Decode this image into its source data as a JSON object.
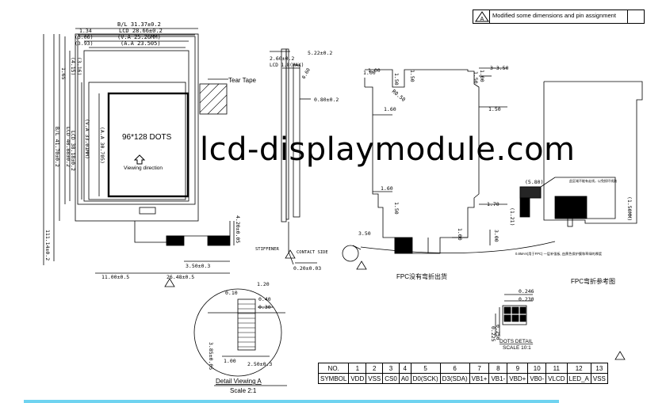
{
  "watermark": "lcd-displaymodule.com",
  "revision": {
    "symbol": "A",
    "note": "Modified some dimensions and pin assignment"
  },
  "front_view": {
    "dim_bl": "B/L 31.37±0.2",
    "dim_lcd": "LCD 28.66±0.2",
    "dim_va": "(V.A 25.26MM)",
    "dim_aa": "(A.A 23.505)",
    "dim_134": "1.34",
    "dim_3_06": "(3.06)",
    "dim_3_93": "(3.93)",
    "dim_4_15": "(4.15)",
    "dim_3_16": "(3.16)",
    "dim_1_65": "1.65",
    "dim_va_h": "(V.A 33.01MM)",
    "dim_aa_h": "(A.A 30.705)",
    "dim_lcd_h": "LCD 38.18±0.2",
    "dim_bl_h": "B/L 41.70±0.2",
    "dim_lcd2": "LCD 40.88±0.2",
    "display_text": "96*128 DOTS",
    "viewing_direction": "Viewing direction",
    "tear_tape": "Tear Tape",
    "dim_total_h": "111.14±0.2",
    "dim_fpc_h": "4.20±0.05",
    "dim_350": "3.50±0.3",
    "dim_11": "11.00±0.5",
    "dim_2648": "26.48±0.5"
  },
  "side_view": {
    "dim_260": "2.60±0.2",
    "dim_522": "5.22±0.2",
    "lcd_max": "LCD 1.8(MAX)",
    "dim_080": "0.80±0.2",
    "dim_060": "0.60",
    "stiffener": "STIFFENER",
    "contact_side": "CONTACT SIDE",
    "dim_020": "0.20±0.03"
  },
  "fpc_view": {
    "dim_100": "1.00",
    "dim_160": "1.60",
    "dim_150": "1.50",
    "dim_350_r": "3~3.50",
    "dim_150b": "1.50",
    "dim_170": "1.70",
    "dim_300": "3.00",
    "dim_350b": "3.50",
    "dim_r050": "R0.50",
    "caption": "FPC没有弯折出货"
  },
  "fpc_bend": {
    "dim_580": "(5.80)",
    "dim_121": "(1.21)",
    "dim_150": "(1.50MM)",
    "note_top": "此区域不能有走线，以免损坏线路",
    "note_bottom": "0.8MAX(用于FPC) 一层补强板, 由黄色保护膜和草绿的厚度",
    "caption": "FPC弯折参考图"
  },
  "detail_a": {
    "title": "Detail Viewing A",
    "scale": "Scale 2:1",
    "dim_120": "1.20",
    "dim_010": "0.10",
    "dim_040": "0.40",
    "dim_030": "0.30",
    "dim_100": "1.00",
    "dim_250": "2.50±0.3",
    "dim_385": "3.85±0.05"
  },
  "dots_detail": {
    "dim_246": "0.246",
    "dim_230": "0.230",
    "dim_225": "0.225",
    "dim_250": "0.250",
    "title": "DOTS DETAIL",
    "scale": "SCALE 10:1"
  },
  "pin_table": {
    "header_no": "NO.",
    "header_symbol": "SYMBOL",
    "numbers": [
      "1",
      "2",
      "3",
      "4",
      "5",
      "6",
      "7",
      "8",
      "9",
      "10",
      "11",
      "12",
      "13"
    ],
    "symbols": [
      "VDD",
      "VSS",
      "CS0",
      "A0",
      "D0(SCK)",
      "D3(SDA)",
      "VB1+",
      "VB1-",
      "VBD+",
      "VB0-",
      "VLCD",
      "LED_A",
      "VSS"
    ]
  },
  "colors": {
    "line": "#000000",
    "accent_bar": "#6fd3f0"
  }
}
